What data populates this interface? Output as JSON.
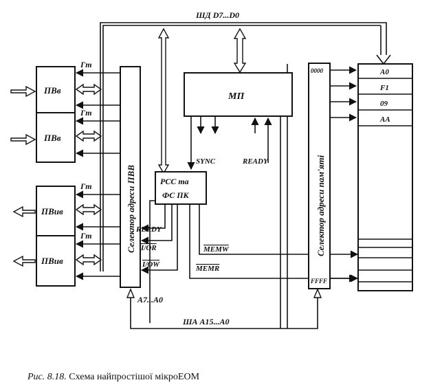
{
  "data_bus_label": "ШД D7...D0",
  "address_bus_label": "ША A15...A0",
  "io_address_bits_label": "A7...A0",
  "mp_label": "МП",
  "io_selector_label": "Селектор адреси ПВВ",
  "mem_selector_label": "Селектор адреси пам'яті",
  "control_block_label": [
    "РСС та",
    "ФС ПК"
  ],
  "mem_selector_top": "0000",
  "mem_selector_bottom": "FFFF",
  "ports": [
    {
      "label": "ПВв",
      "direction": "input"
    },
    {
      "label": "ПВв",
      "direction": "input"
    },
    {
      "label": "ПВив",
      "direction": "output"
    },
    {
      "label": "ПВив",
      "direction": "output"
    }
  ],
  "gt_label": "Гт",
  "signals": {
    "sync": "SYNC",
    "ready_mp": "READY",
    "ready_io": "READY",
    "ior": "I/OR",
    "iow": "I/OW",
    "memw": "MEMW",
    "memr": "MEMR"
  },
  "memory_cells": [
    "A0",
    "F1",
    "09",
    "AA"
  ],
  "caption_fig": "Рис. 8.18.",
  "caption_text": " Схема найпростішої мікроЕОМ"
}
